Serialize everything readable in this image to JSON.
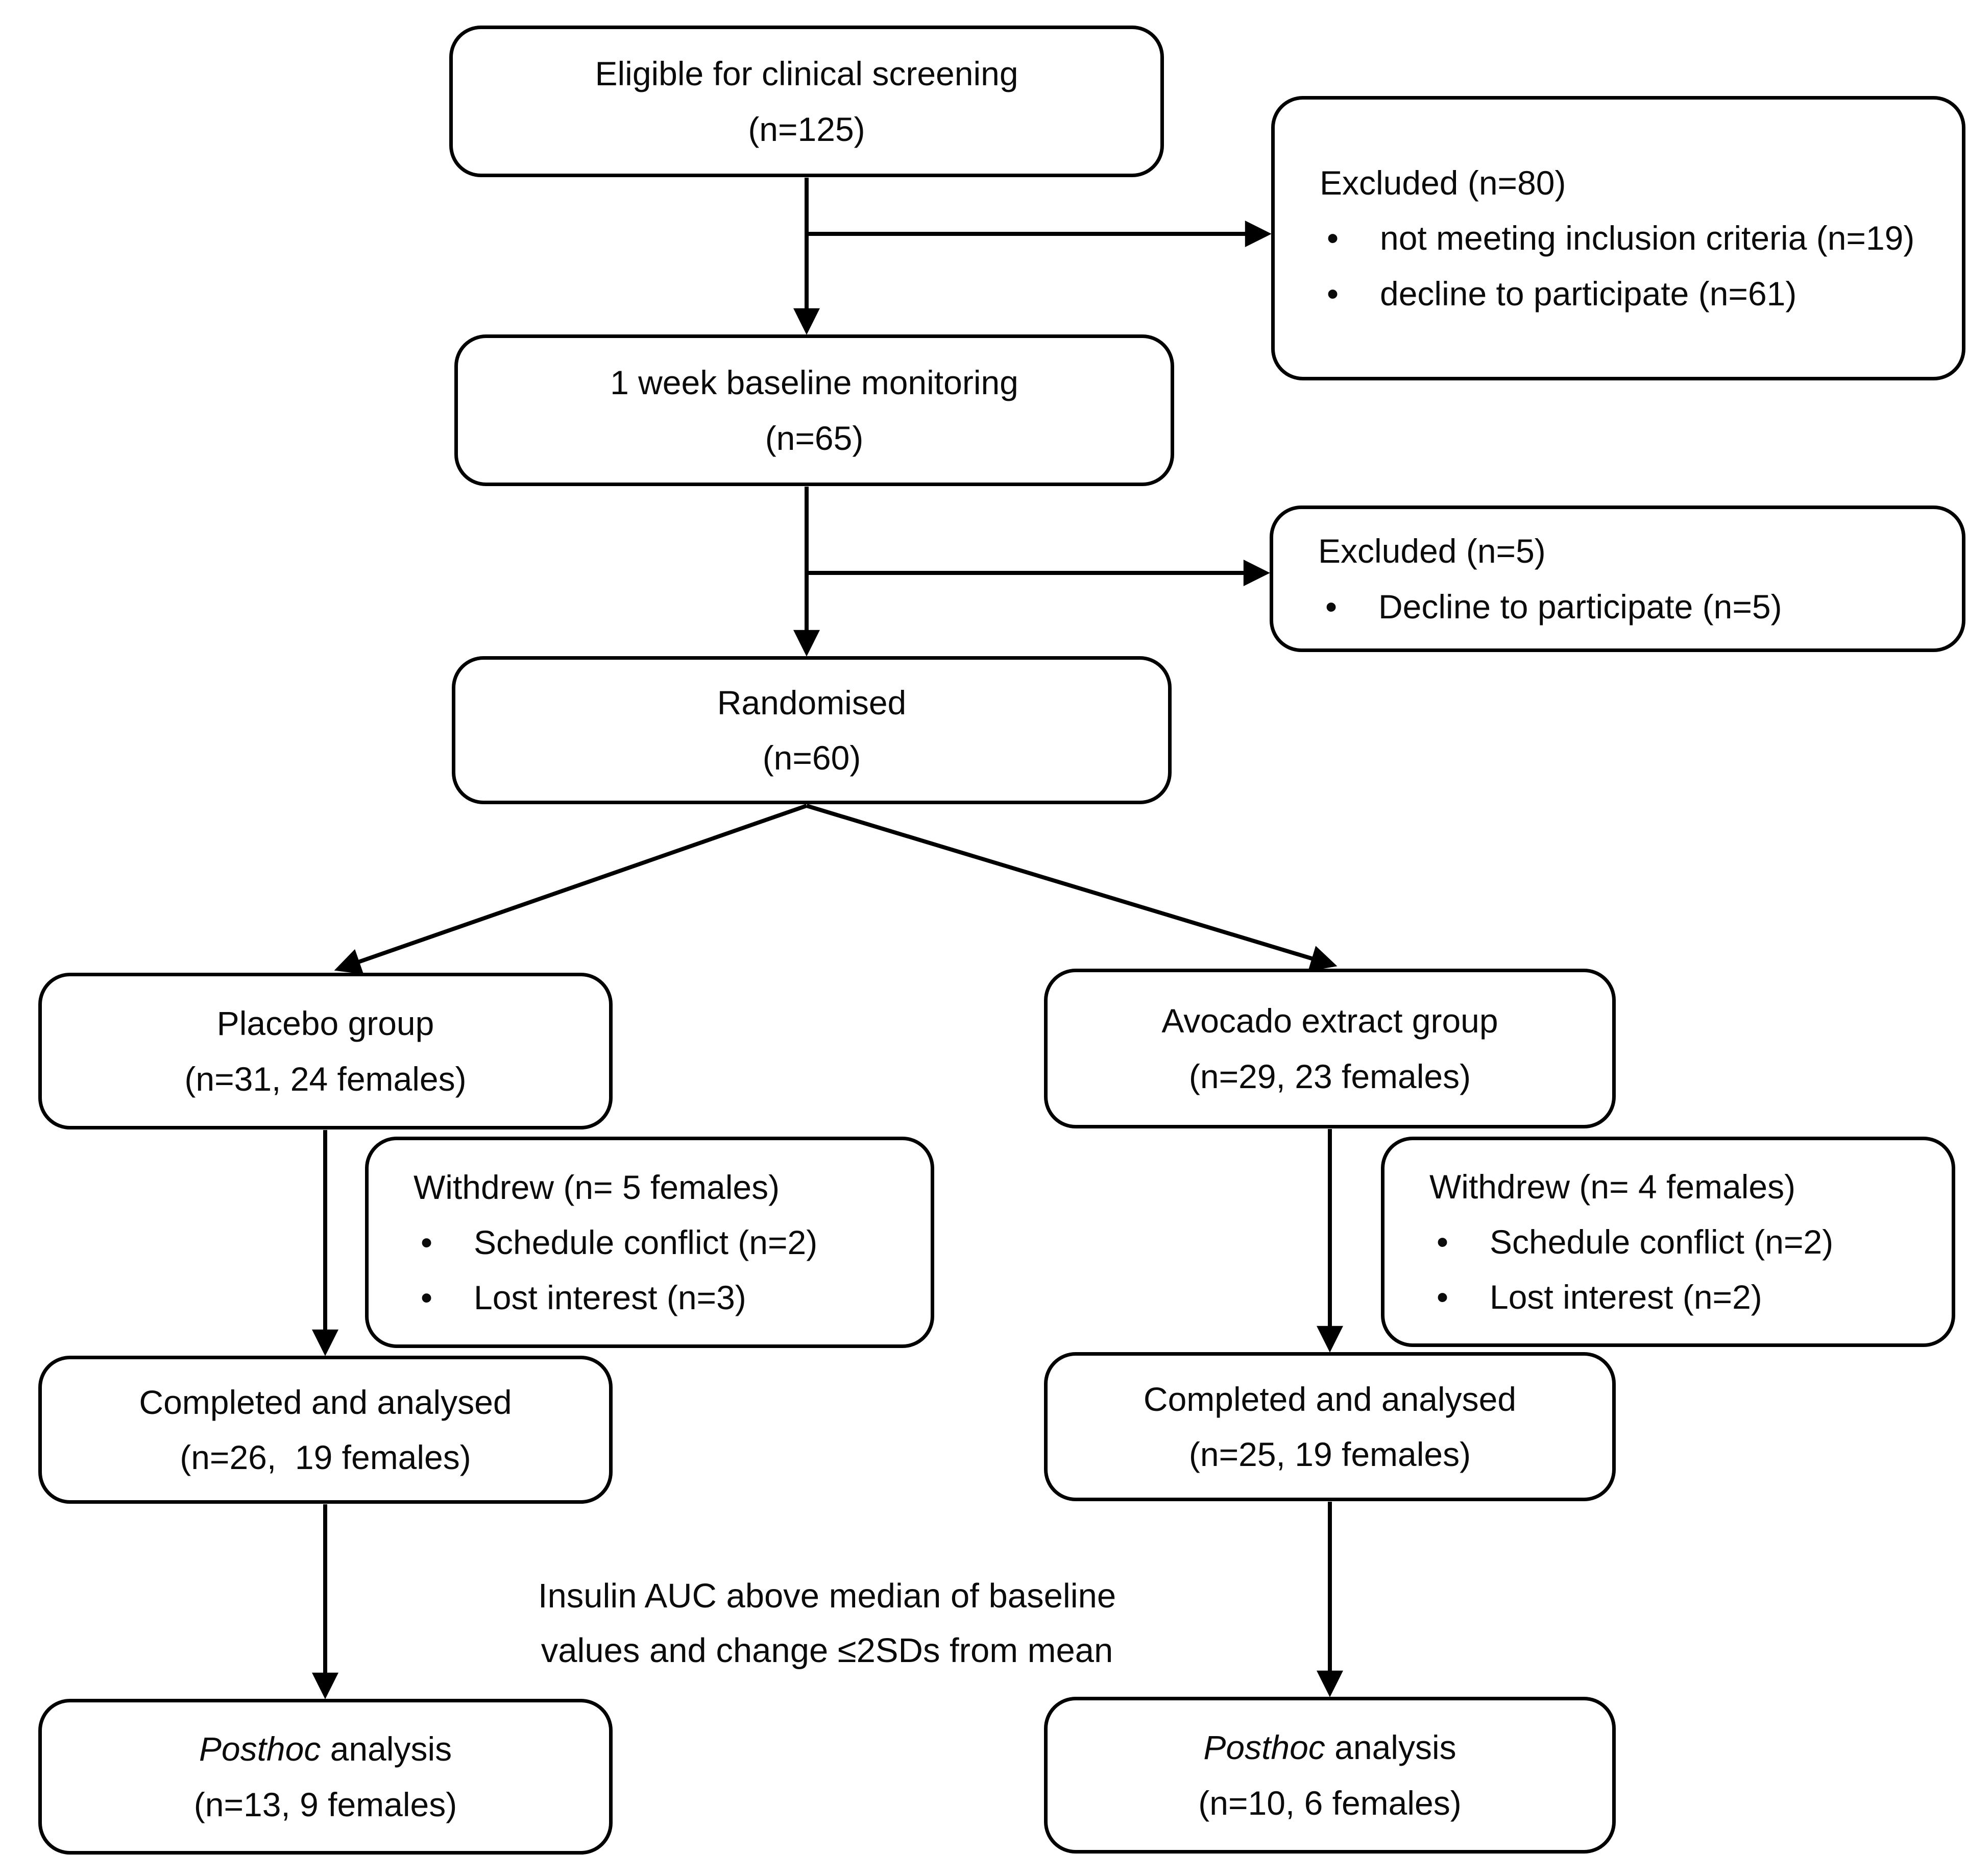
{
  "diagram": {
    "colors": {
      "line": "#000000",
      "background": "#ffffff",
      "text": "#0b0b0b"
    },
    "boxes": {
      "eligible": {
        "line1": "Eligible for clinical screening",
        "line2": "(n=125)"
      },
      "excluded_screening": {
        "title": "Excluded (n=80)",
        "bullets": [
          "not meeting inclusion criteria (n=19)",
          "decline to participate (n=61)"
        ]
      },
      "baseline": {
        "line1": "1 week baseline monitoring",
        "line2": "(n=65)"
      },
      "excluded_baseline": {
        "title": "Excluded (n=5)",
        "bullets": [
          "Decline to participate (n=5)"
        ]
      },
      "randomised": {
        "line1": "Randomised",
        "line2": "(n=60)"
      },
      "placebo": {
        "line1": "Placebo group",
        "line2": "(n=31, 24 females)"
      },
      "avocado": {
        "line1": "Avocado extract group",
        "line2": "(n=29, 23 females)"
      },
      "withdrew_placebo": {
        "title": "Withdrew (n= 5 females)",
        "bullets": [
          "Schedule conflict (n=2)",
          "Lost interest (n=3)"
        ]
      },
      "withdrew_avocado": {
        "title": "Withdrew (n= 4 females)",
        "bullets": [
          "Schedule conflict (n=2)",
          "Lost interest (n=2)"
        ]
      },
      "completed_placebo": {
        "line1": "Completed and analysed",
        "line2": "(n=26,  19 females)"
      },
      "completed_avocado": {
        "line1": "Completed and analysed",
        "line2": "(n=25, 19 females)"
      },
      "posthoc_placebo": {
        "italic": "Posthoc",
        "rest": " analysis",
        "line2": "(n=13, 9 females)"
      },
      "posthoc_avocado": {
        "italic": "Posthoc",
        "rest": " analysis",
        "line2": "(n=10, 6 females)"
      }
    },
    "annotation": {
      "line1": "Insulin AUC above median of baseline",
      "line2": "values and change ≤2SDs from mean"
    }
  }
}
